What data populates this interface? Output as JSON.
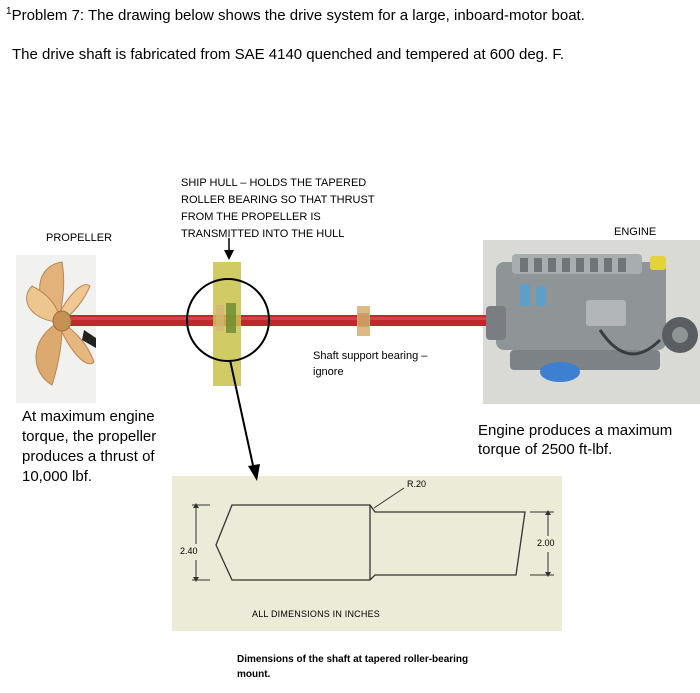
{
  "problem": {
    "footnote": "1",
    "statement": "Problem 7: The drawing below shows the drive system for a large, inboard-motor boat.",
    "material": "The drive shaft is fabricated from SAE 4140 quenched and tempered at 600 deg. F."
  },
  "labels": {
    "hull_note": "SHIP HULL – HOLDS THE TAPERED ROLLER BEARING SO THAT THRUST FROM THE PROPELLER IS TRANSMITTED INTO THE HULL",
    "propeller": "PROPELLER",
    "engine": "ENGINE",
    "support_bearing": "Shaft support bearing – ignore",
    "propeller_thrust": "At maximum engine torque, the propeller produces a thrust of 10,000 lbf.",
    "engine_torque": "Engine produces a maximum torque of 2500 ft-lbf."
  },
  "drawing": {
    "radius": "R.20",
    "left_diameter": "2.40",
    "right_diameter": "2.00",
    "units_note": "ALL DIMENSIONS IN INCHES",
    "caption": "Dimensions of the shaft at tapered roller-bearing mount."
  },
  "colors": {
    "shaft": "#c0282e",
    "hull_block": "#c9c24a",
    "bearing": "#d8b178",
    "propeller": "#e8c08a",
    "engine_body": "#8f9497"
  }
}
